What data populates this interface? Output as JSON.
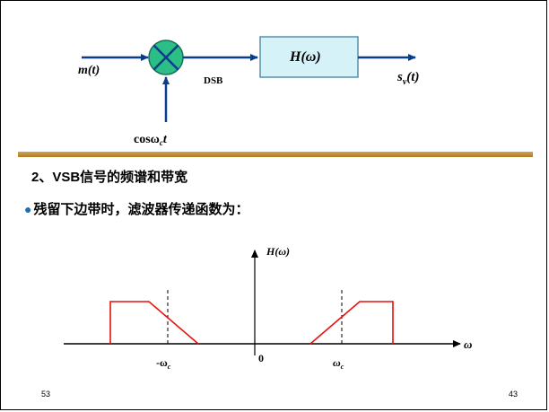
{
  "block_diagram": {
    "input_label": "m(t)",
    "carrier_label": "cos ω_c t",
    "carrier_text": "cosω",
    "carrier_sub": "c",
    "carrier_t": "t",
    "dsb_label": "DSB",
    "filter_label": "H(ω)",
    "output_label_main": "s",
    "output_label_sub": "v",
    "output_label_arg": "(t)"
  },
  "section": {
    "heading": "2、VSB信号的频谱和带宽",
    "bullet": "残留下边带时，滤波器传递函数为："
  },
  "spectrum_plot": {
    "y_axis_label": "H(ω)",
    "x_axis_label": "ω",
    "origin_label": "0",
    "neg_carrier_label": "-ω",
    "pos_carrier_label": "ω",
    "carrier_sub": "c"
  },
  "footer": {
    "left_number": "53",
    "right_number": "43"
  },
  "colors": {
    "multiplier_fill": "#2bbf85",
    "filter_box_fill": "#d4f2f7",
    "arrow_blue": "#0a3d8c",
    "divider": "#b8862b",
    "response_red": "#e8100c"
  }
}
